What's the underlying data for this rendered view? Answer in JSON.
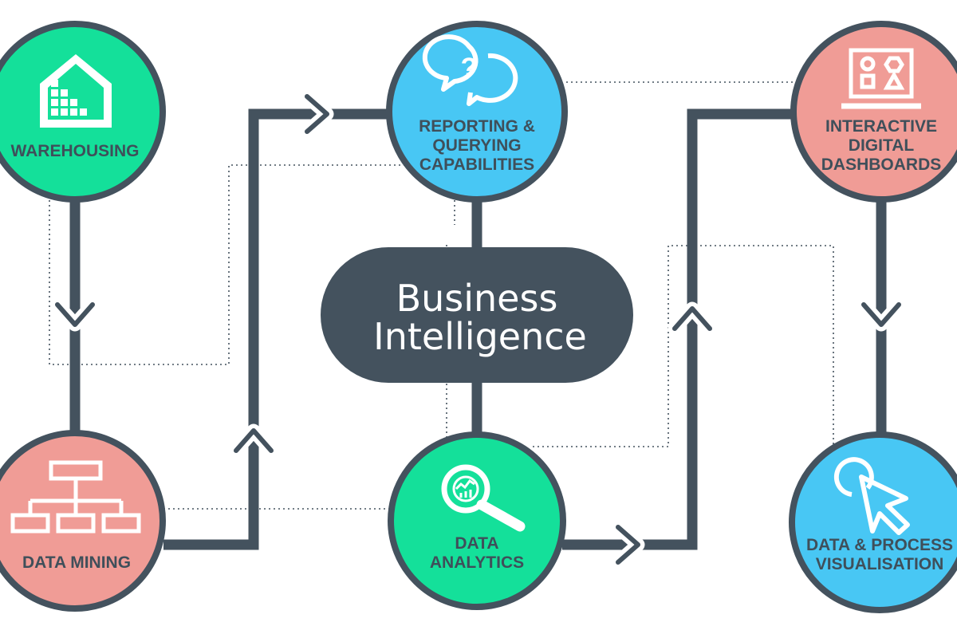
{
  "hub": {
    "line1": "Business",
    "line2": "Intelligence"
  },
  "colors": {
    "dark": "#44525e",
    "green": "#14e09a",
    "blue": "#48c7f4",
    "salmon": "#f09c96",
    "white": "#ffffff"
  },
  "nodes": [
    {
      "id": "warehousing",
      "lines": [
        "WAREHOUSING"
      ],
      "color": "green",
      "icon": "warehouse-icon"
    },
    {
      "id": "reporting",
      "lines": [
        "REPORTING &",
        "QUERYING",
        "CAPABILITIES"
      ],
      "color": "blue",
      "icon": "chat-question-icon"
    },
    {
      "id": "dashboards",
      "lines": [
        "INTERACTIVE",
        "DIGITAL",
        "DASHBOARDS"
      ],
      "color": "salmon",
      "icon": "dashboard-monitor-icon"
    },
    {
      "id": "data-mining",
      "lines": [
        "DATA MINING"
      ],
      "color": "salmon",
      "icon": "hierarchy-icon"
    },
    {
      "id": "data-analytics",
      "lines": [
        "DATA",
        "ANALYTICS"
      ],
      "color": "green",
      "icon": "magnifier-chart-icon"
    },
    {
      "id": "visualisation",
      "lines": [
        "DATA & PROCESS",
        "VISUALISATION"
      ],
      "color": "blue",
      "icon": "cursor-click-icon"
    }
  ]
}
